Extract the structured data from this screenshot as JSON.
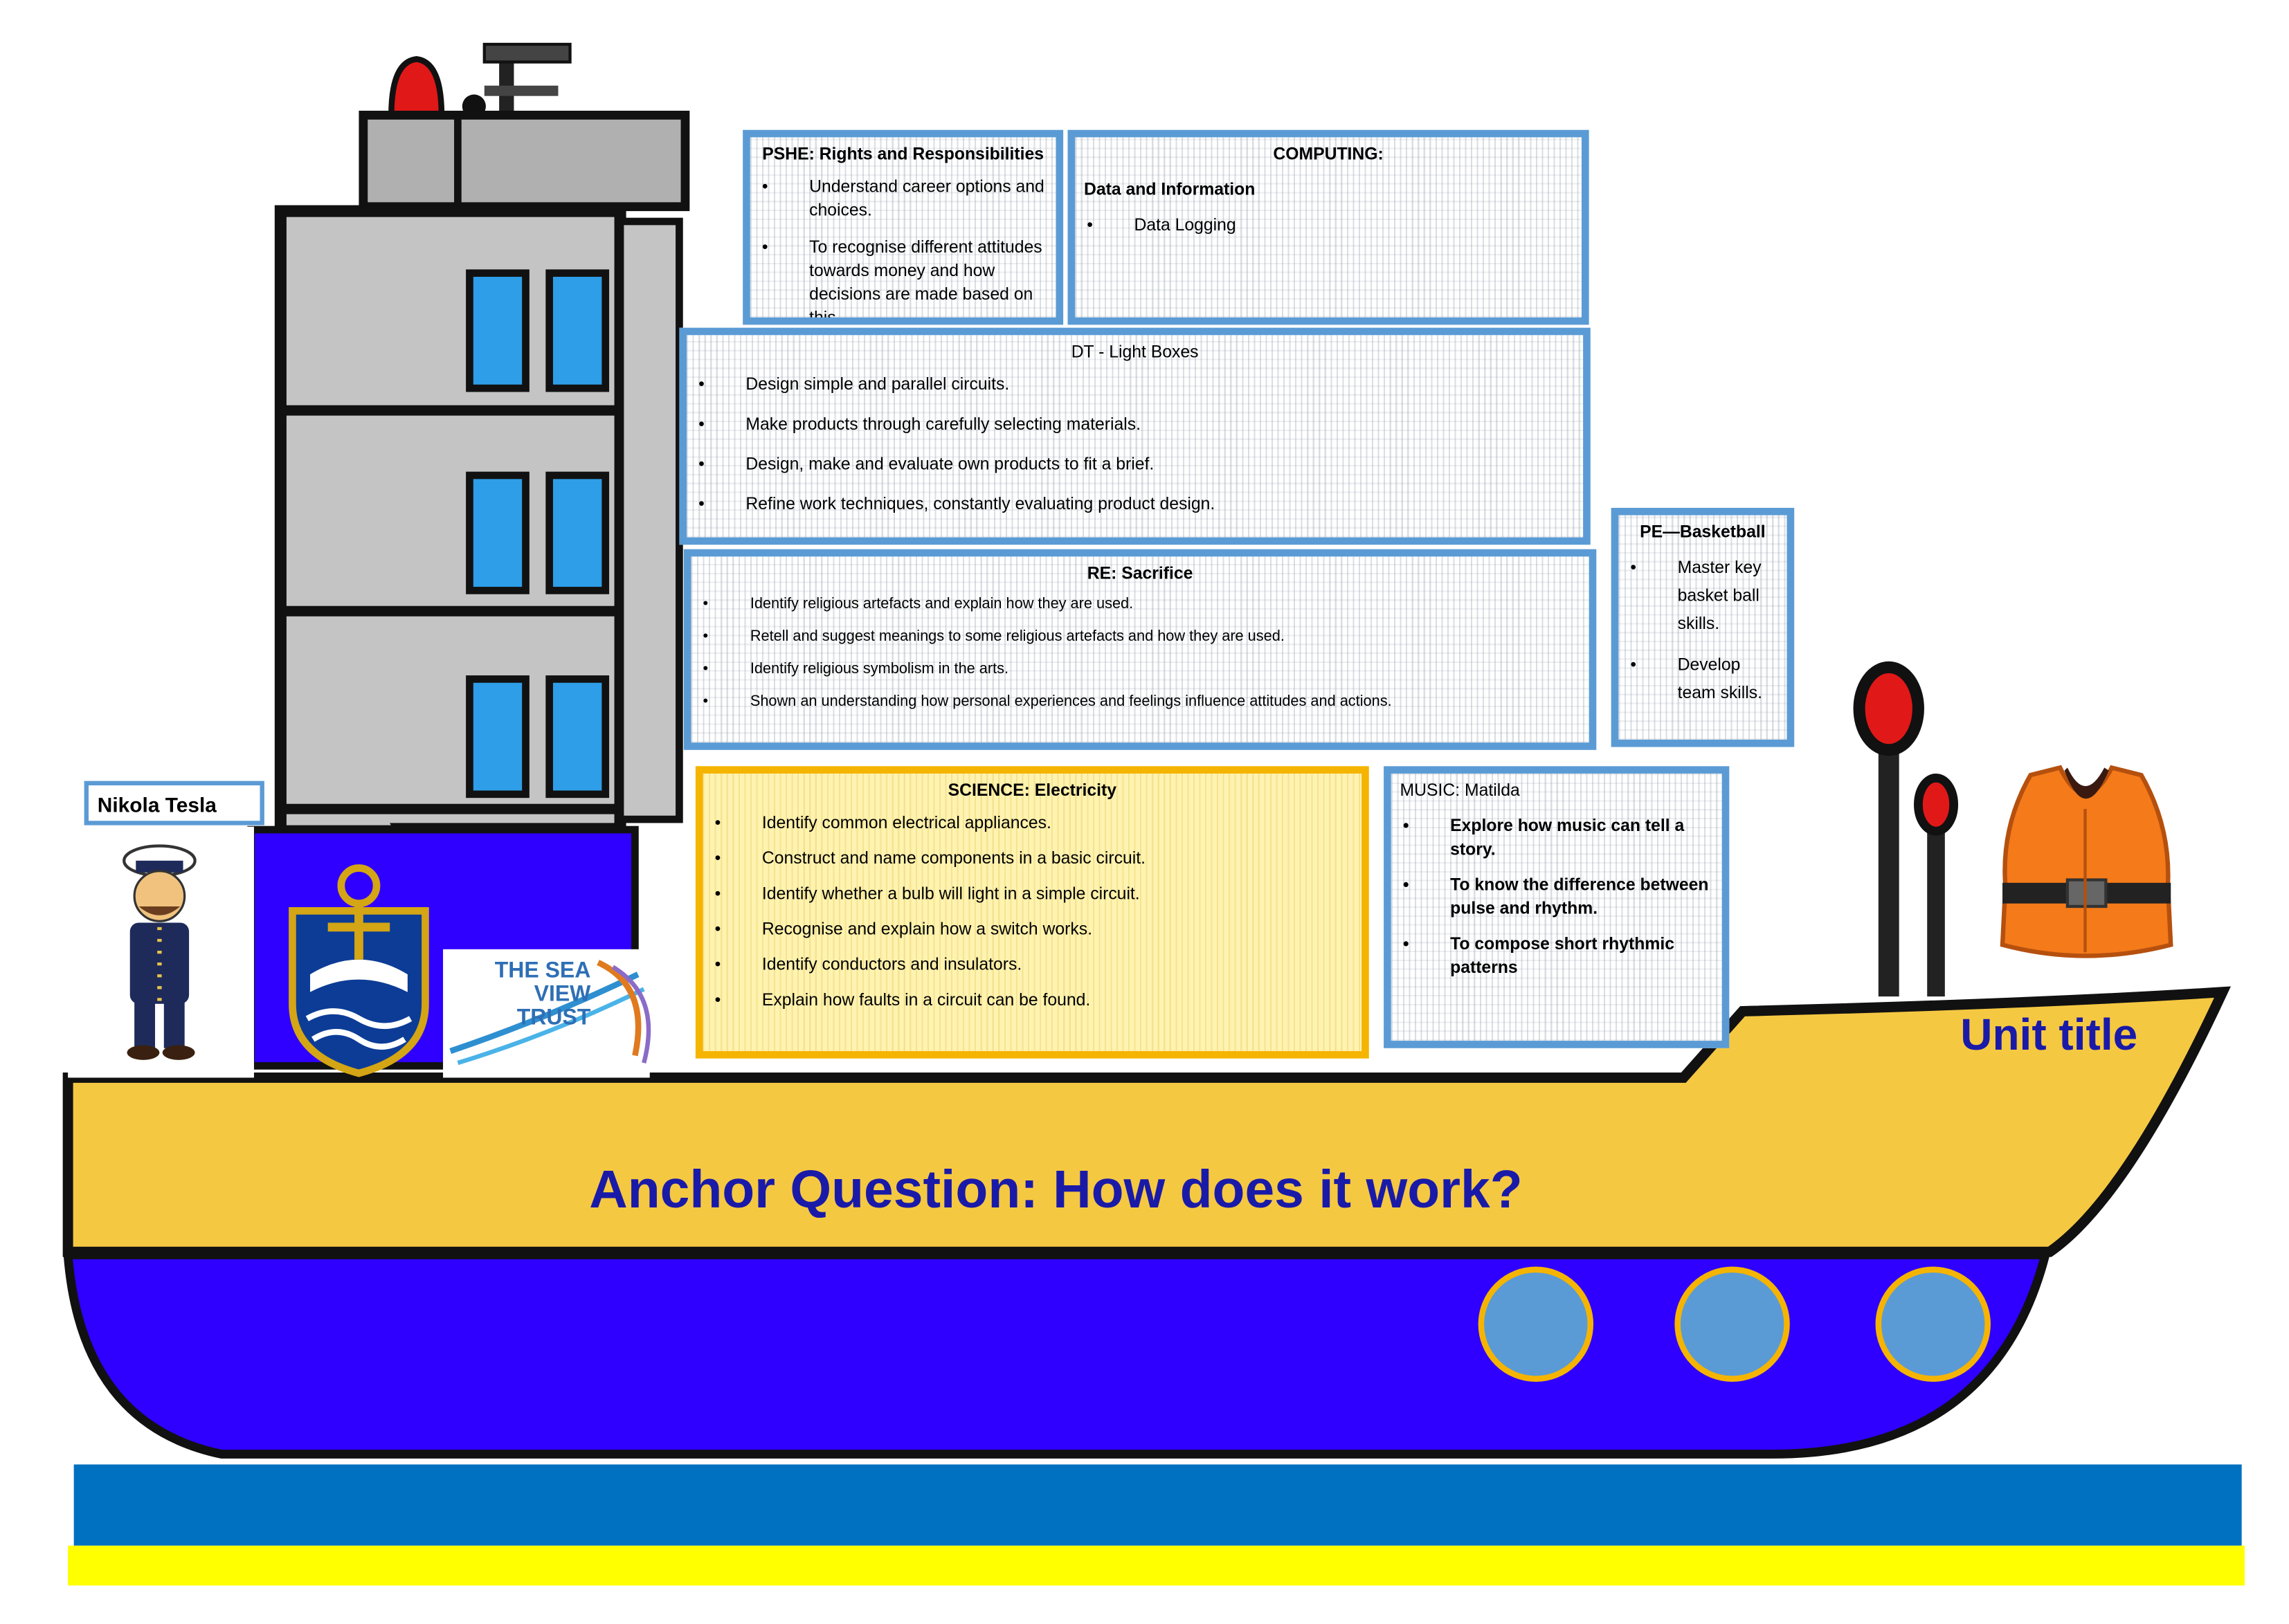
{
  "header": {
    "anchor_question": "Anchor Question: How does it work?",
    "unit_title": "Unit title",
    "person_name": "Nikola Tesla"
  },
  "logo": {
    "trust_name": "THE SEA VIEW TRUST"
  },
  "panels": {
    "pshe": {
      "title": "PSHE: Rights and Responsibilities",
      "items": [
        "Understand career options and choices.",
        "To recognise different attitudes towards money and how decisions are made based on this."
      ]
    },
    "computing": {
      "title": "COMPUTING:",
      "subtitle": "Data and Information",
      "items": [
        "Data Logging"
      ]
    },
    "dt": {
      "title": "DT - Light Boxes",
      "items": [
        "Design simple and parallel circuits.",
        "Make products through carefully selecting materials.",
        "Design, make and evaluate own products to fit a brief.",
        "Refine work techniques, constantly evaluating product design."
      ]
    },
    "re": {
      "title": "RE: Sacrifice",
      "items": [
        "Identify religious artefacts and explain how they are used.",
        "Retell and suggest meanings to some religious artefacts and how they are used.",
        "Identify religious symbolism in the arts.",
        "Shown an understanding how personal experiences and feelings influence attitudes and actions."
      ]
    },
    "pe": {
      "title": "PE—Basketball",
      "items": [
        "Master key basket ball skills.",
        "Develop team skills."
      ]
    },
    "science": {
      "title": "SCIENCE: Electricity",
      "items": [
        "Identify common electrical appliances.",
        "Construct and name components in a basic circuit.",
        "Identify whether a bulb will light in a simple circuit.",
        "Recognise and explain how a switch works.",
        "Identify conductors and insulators.",
        "Explain how faults in a circuit can be found."
      ]
    },
    "music": {
      "title": "MUSIC: Matilda",
      "items": [
        "Explore how music can tell a story.",
        "To know the difference between pulse and rhythm.",
        "To compose short rhythmic patterns"
      ]
    }
  },
  "colors": {
    "hull_blue": "#2f00ff",
    "deck_yellow": "#f5c842",
    "text_navy": "#1a1aa8",
    "box_border": "#5b9bd5",
    "sea": "#0070c0",
    "sand": "#ffff00"
  }
}
